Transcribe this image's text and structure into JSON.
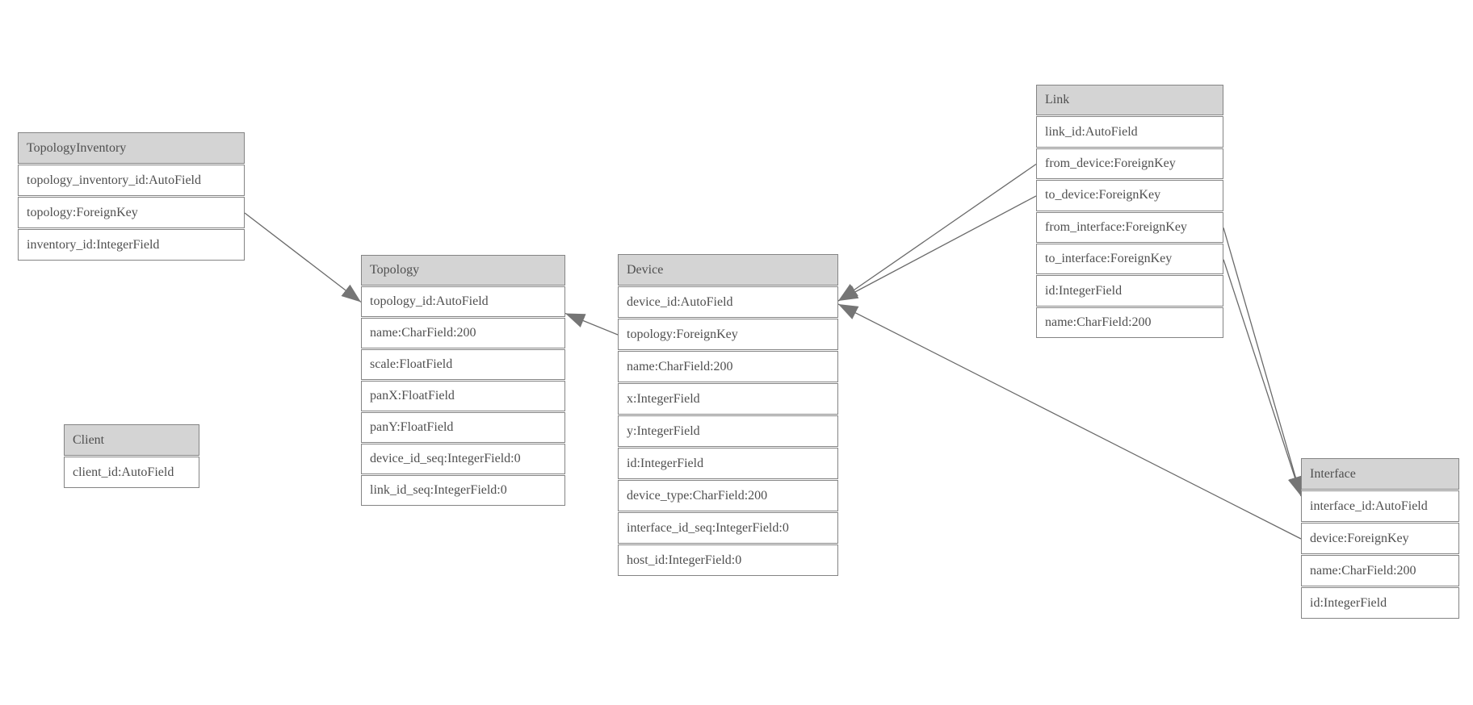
{
  "diagram": {
    "colors": {
      "background": "#ffffff",
      "header_bg": "#d4d4d4",
      "row_bg": "#ffffff",
      "border": "#848484",
      "text": "#4f4f4f",
      "edge_line": "#6a6a6a",
      "arrowhead": "#757575"
    },
    "entities": [
      {
        "name": "TopologyInventory",
        "fields": [
          "topology_inventory_id:AutoField",
          "topology:ForeignKey",
          "inventory_id:IntegerField"
        ]
      },
      {
        "name": "Topology",
        "fields": [
          "topology_id:AutoField",
          "name:CharField:200",
          "scale:FloatField",
          "panX:FloatField",
          "panY:FloatField",
          "device_id_seq:IntegerField:0",
          "link_id_seq:IntegerField:0"
        ]
      },
      {
        "name": "Client",
        "fields": [
          "client_id:AutoField"
        ]
      },
      {
        "name": "Device",
        "fields": [
          "device_id:AutoField",
          "topology:ForeignKey",
          "name:CharField:200",
          "x:IntegerField",
          "y:IntegerField",
          "id:IntegerField",
          "device_type:CharField:200",
          "interface_id_seq:IntegerField:0",
          "host_id:IntegerField:0"
        ]
      },
      {
        "name": "Link",
        "fields": [
          "link_id:AutoField",
          "from_device:ForeignKey",
          "to_device:ForeignKey",
          "from_interface:ForeignKey",
          "to_interface:ForeignKey",
          "id:IntegerField",
          "name:CharField:200"
        ]
      },
      {
        "name": "Interface",
        "fields": [
          "interface_id:AutoField",
          "device:ForeignKey",
          "name:CharField:200",
          "id:IntegerField"
        ]
      }
    ],
    "relationships": [
      {
        "from": "TopologyInventory.topology",
        "to": "Topology.topology_id"
      },
      {
        "from": "Device.topology",
        "to": "Topology.topology_id"
      },
      {
        "from": "Link.from_device",
        "to": "Device.device_id"
      },
      {
        "from": "Link.to_device",
        "to": "Device.device_id"
      },
      {
        "from": "Link.from_interface",
        "to": "Interface.interface_id"
      },
      {
        "from": "Link.to_interface",
        "to": "Interface.interface_id"
      },
      {
        "from": "Interface.device",
        "to": "Device.device_id"
      }
    ]
  }
}
